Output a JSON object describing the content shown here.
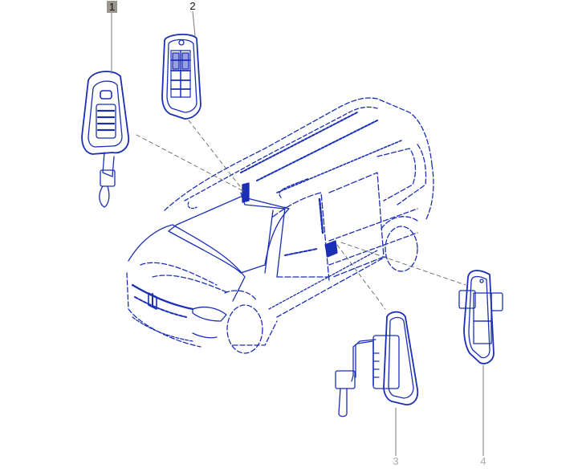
{
  "diagram": {
    "type": "exploded parts diagram",
    "subject": "van interior/exterior switch and button parts",
    "line_color": "#1a2fb5",
    "leader_color": "#555555",
    "callouts": [
      {
        "id": "1",
        "label": "1",
        "highlighted": true
      },
      {
        "id": "2",
        "label": "2",
        "highlighted": false
      },
      {
        "id": "3",
        "label": "3",
        "highlighted": false
      },
      {
        "id": "4",
        "label": "4",
        "highlighted": false
      }
    ],
    "parts": [
      {
        "callout": "1",
        "description": "switch module with connector cable (upper left)"
      },
      {
        "callout": "2",
        "description": "window switch panel, dual rocker"
      },
      {
        "callout": "3",
        "description": "door switch module with cable and connector"
      },
      {
        "callout": "4",
        "description": "door switch housing with connector"
      }
    ]
  }
}
